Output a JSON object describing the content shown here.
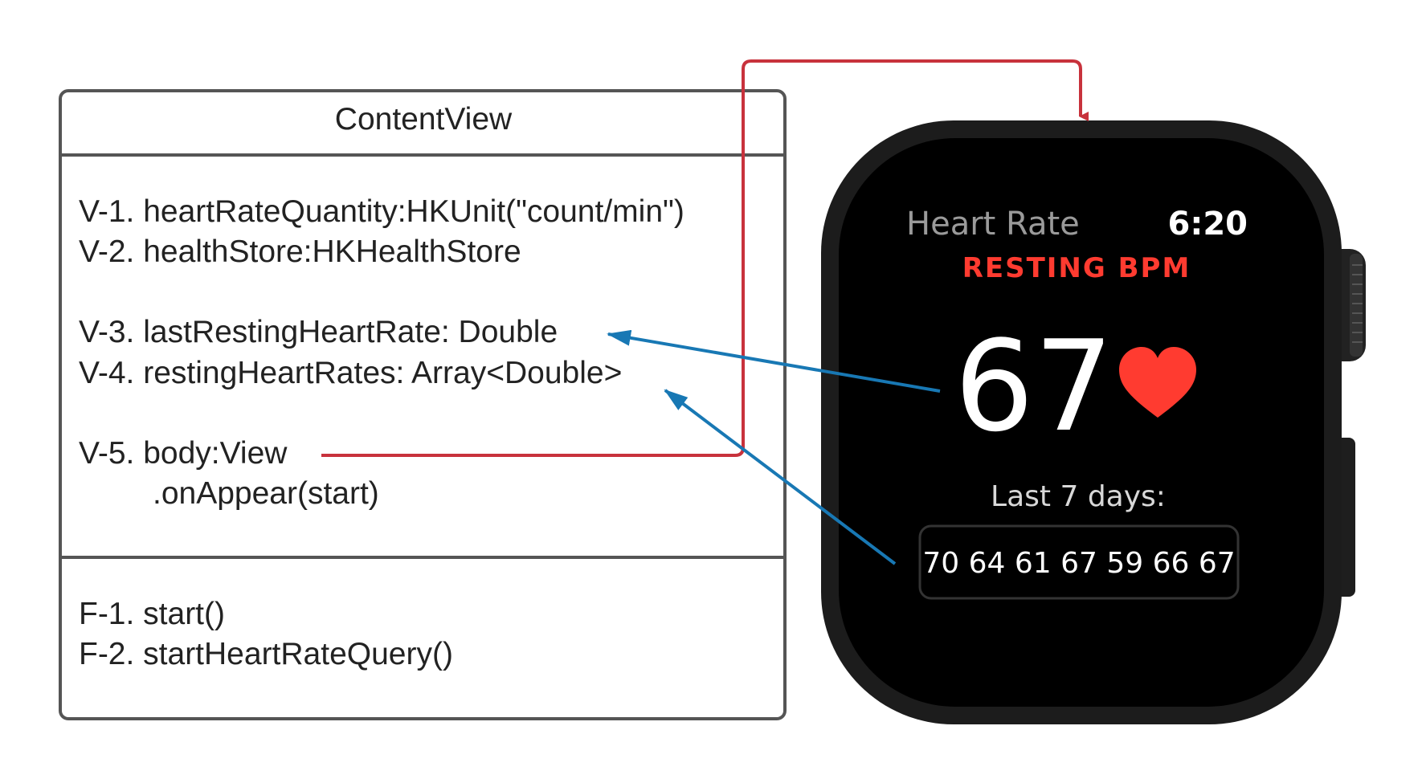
{
  "class_box": {
    "title": "ContentView",
    "variables": [
      "V-1. heartRateQuantity:HKUnit(\"count/min\")",
      "V-2. healthStore:HKHealthStore",
      "V-3. lastRestingHeartRate: Double",
      "V-4. restingHeartRates: Array<Double>",
      "V-5. body:View",
      ".onAppear(start)"
    ],
    "functions": [
      "F-1. start()",
      "F-2. startHeartRateQuery()"
    ]
  },
  "watch": {
    "app_title": "Heart Rate",
    "time": "6:20",
    "subtitle": "RESTING BPM",
    "current_bpm": "67",
    "history_label": "Last 7 days:",
    "history_values": "70 64 61 67 59 66 67"
  },
  "colors": {
    "box_border": "#555555",
    "red_arrow": "#c8323c",
    "blue_arrow": "#1878b4",
    "watch_body": "#1c1c1c",
    "watch_screen": "#000000",
    "accent_red": "#ff3b30",
    "watch_gray_text": "#9a9a9a"
  },
  "icons": {
    "heart": "heart-icon",
    "crown": "digital-crown",
    "side_button": "side-button"
  }
}
